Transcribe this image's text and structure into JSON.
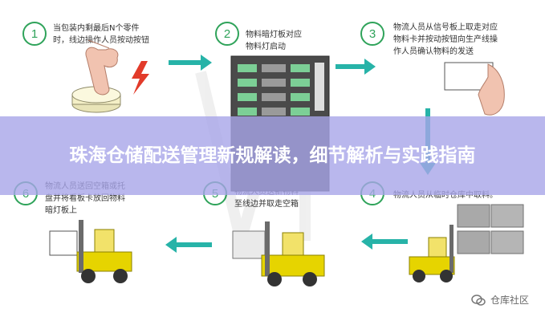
{
  "steps": [
    {
      "number": "1",
      "text": "当包装内剩最后N个零件\n时，线边操作人员按动按钮"
    },
    {
      "number": "2",
      "text": "物料暗灯板对应\n物料灯启动"
    },
    {
      "number": "3",
      "text": "物流人员从信号板上取走对应\n物料卡并按动按钮向生产线操\n作人员确认物料的发送"
    },
    {
      "number": "4",
      "text": "物流人员从临时仓库中取料。"
    },
    {
      "number": "5",
      "text": "物流人员送新物料\n至线边并取走空箱"
    },
    {
      "number": "6",
      "text": "物流人员送回空箱或托\n盘并将看板卡放回物料\n暗灯板上"
    }
  ],
  "banner": {
    "title": "珠海仓储配送管理新规解读，细节解析与实践指南"
  },
  "watermark": {
    "text": "仓库社区",
    "icon": "wechat-icon"
  },
  "colors": {
    "accent_green": "#2fa35a",
    "arrow_teal": "#27b3a8",
    "banner": "#a8a5e8",
    "forklift_yellow": "#e6d400"
  }
}
